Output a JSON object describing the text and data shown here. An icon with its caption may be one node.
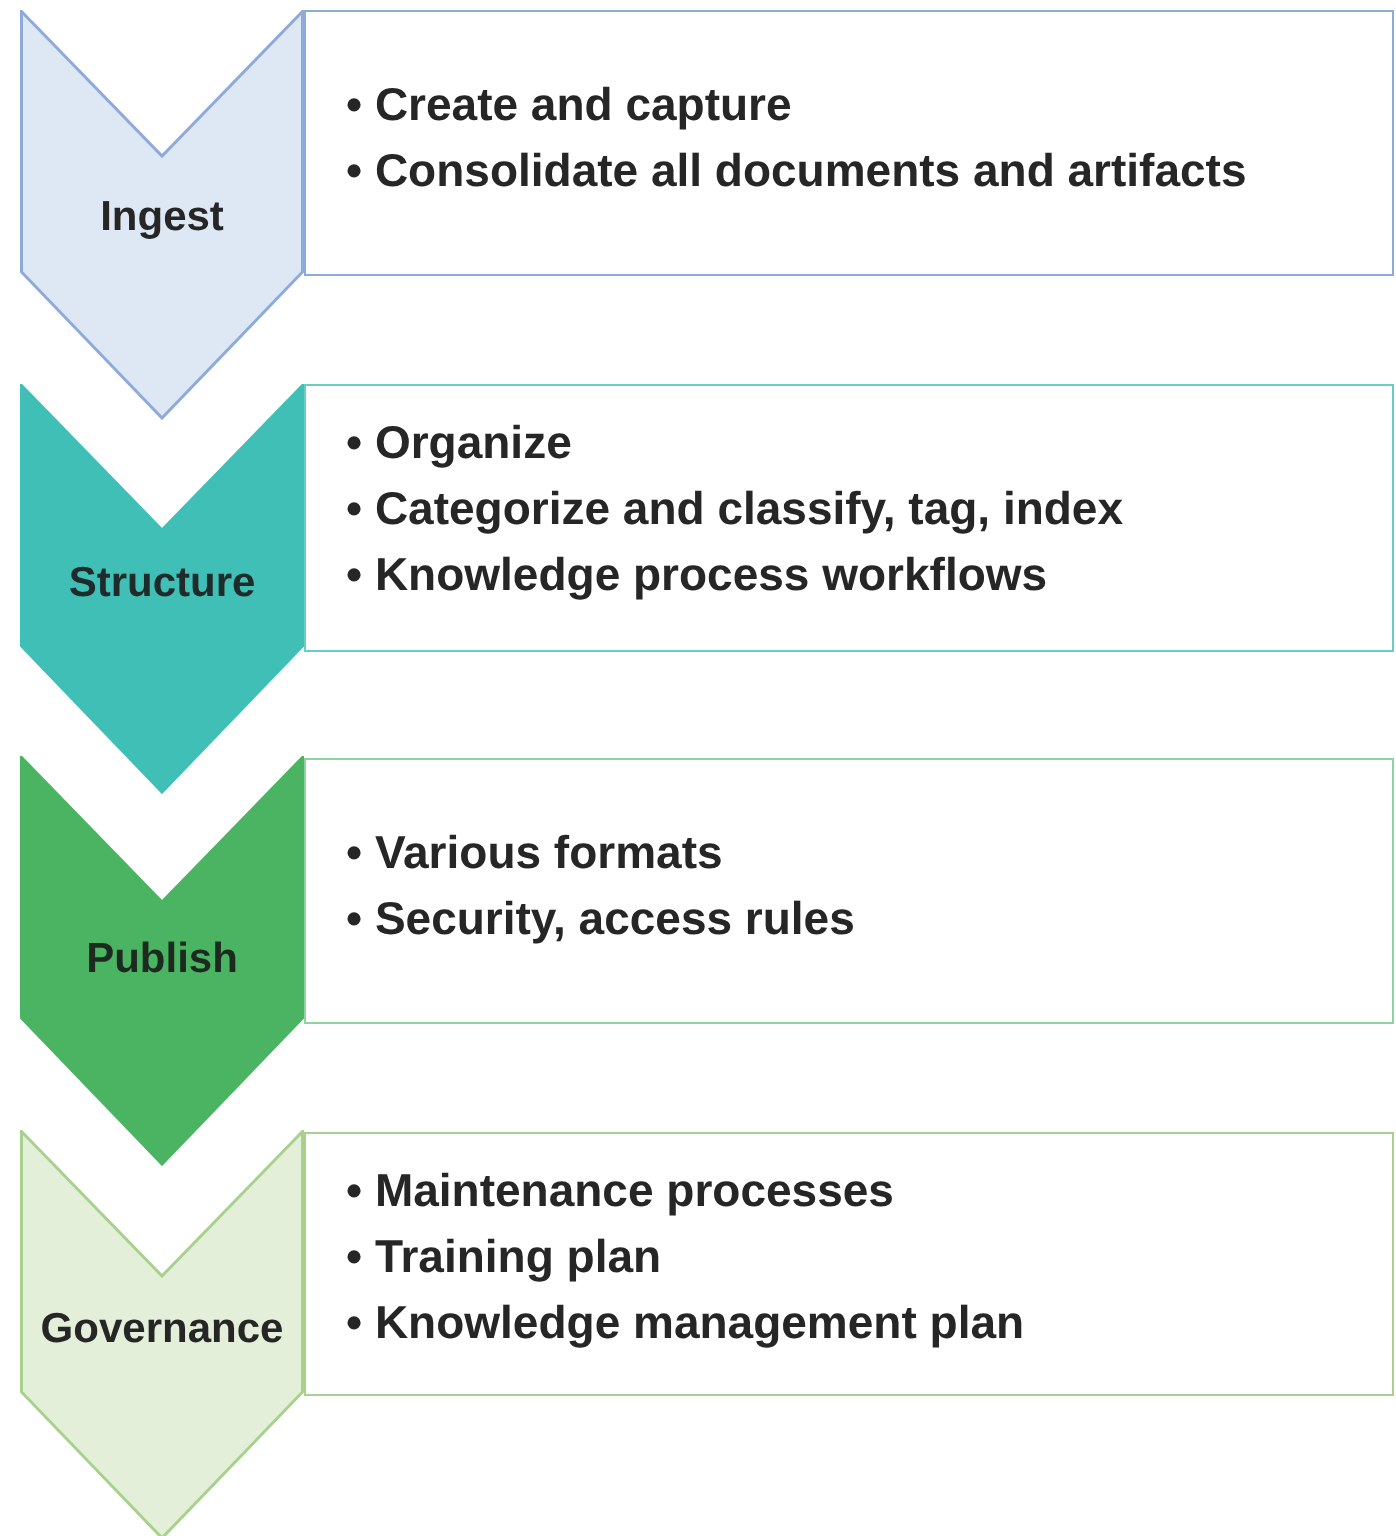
{
  "diagram": {
    "nodes": [
      {
        "text": [
          "Ingest"
        ]
      },
      {
        "text": [
          "• Create and capture",
          "• Consolidate all documents and artifacts"
        ]
      },
      {
        "text": [
          "Structure"
        ]
      },
      {
        "text": [
          "• Organize",
          "• Categorize and classify, tag, index",
          "• Knowledge process workflows"
        ]
      },
      {
        "text": [
          "Publish"
        ]
      },
      {
        "text": [
          "• Various formats",
          "• Security, access rules"
        ]
      },
      {
        "text": [
          "Governance"
        ]
      },
      {
        "text": [
          "• Maintenance processes",
          "• Training plan",
          "• Knowledge management plan"
        ]
      }
    ]
  }
}
